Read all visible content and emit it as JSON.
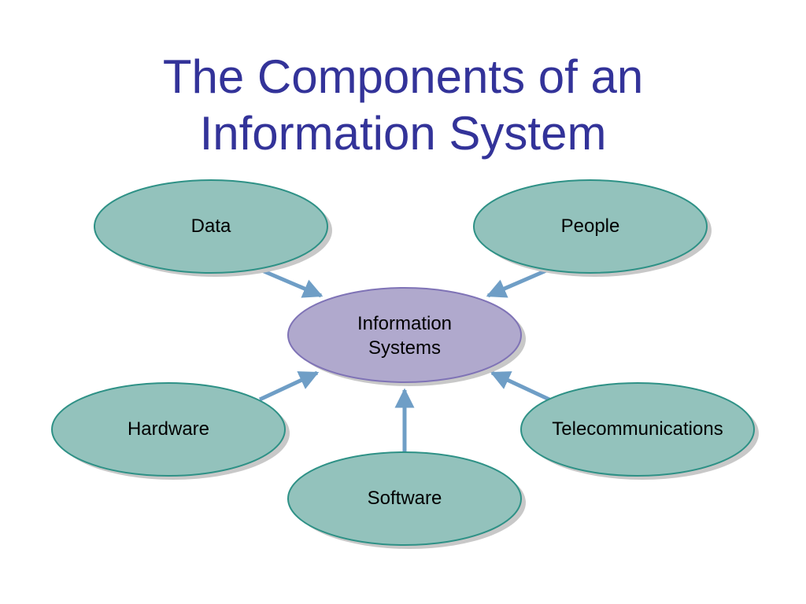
{
  "title": {
    "line1": "The Components of an",
    "line2": "Information System"
  },
  "colors": {
    "title": "#333399",
    "component_fill": "#93c2bc",
    "component_border": "#2e9186",
    "center_fill": "#b0a9cd",
    "center_border": "#7f73b6",
    "arrow": "#6f9ec6",
    "shadow": "#c8c8c8"
  },
  "diagram": {
    "center": {
      "line1": "Information",
      "line2": "Systems"
    },
    "components": {
      "data": "Data",
      "people": "People",
      "hardware": "Hardware",
      "telecommunications": "Telecommunications",
      "software": "Software"
    }
  }
}
